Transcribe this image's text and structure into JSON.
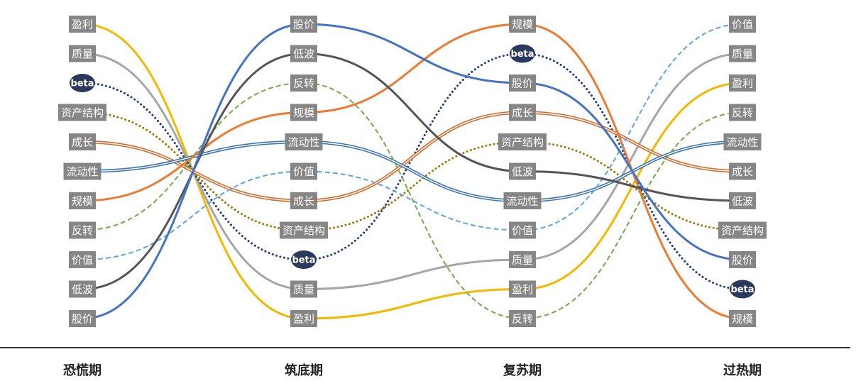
{
  "chart_data": {
    "type": "bump",
    "title": "",
    "categories": [
      "恐慌期",
      "筑底期",
      "复苏期",
      "过热期"
    ],
    "rank_order": "1 = top",
    "series": [
      {
        "name": "盈利",
        "key": "profit",
        "color": "#f5b800",
        "style": "solid",
        "ranks": [
          1,
          11,
          10,
          3
        ]
      },
      {
        "name": "质量",
        "key": "quality",
        "color": "#a6a6a6",
        "style": "solid",
        "ranks": [
          2,
          10,
          9,
          2
        ]
      },
      {
        "name": "beta",
        "key": "beta",
        "color": "#203c80",
        "style": "dotted",
        "ranks": [
          3,
          9,
          2,
          10
        ]
      },
      {
        "name": "资产结构",
        "key": "asset",
        "color": "#9a7a00",
        "style": "dotted",
        "ranks": [
          4,
          8,
          5,
          8
        ]
      },
      {
        "name": "成长",
        "key": "growth",
        "color": "#d46a2a",
        "style": "double",
        "ranks": [
          5,
          7,
          4,
          6
        ]
      },
      {
        "name": "流动性",
        "key": "liquidity",
        "color": "#3a73b5",
        "style": "double",
        "ranks": [
          6,
          5,
          7,
          5
        ]
      },
      {
        "name": "规模",
        "key": "size",
        "color": "#ee7a30",
        "style": "solid",
        "ranks": [
          7,
          4,
          1,
          11
        ]
      },
      {
        "name": "反转",
        "key": "reversal",
        "color": "#70ad47",
        "style": "dashed",
        "ranks": [
          8,
          3,
          11,
          4
        ]
      },
      {
        "name": "价值",
        "key": "value",
        "color": "#5aa4e0",
        "style": "dashed",
        "ranks": [
          9,
          6,
          8,
          1
        ]
      },
      {
        "name": "低波",
        "key": "lowvol",
        "color": "#555555",
        "style": "solid",
        "ranks": [
          10,
          2,
          6,
          7
        ]
      },
      {
        "name": "股价",
        "key": "price",
        "color": "#4472c4",
        "style": "solid",
        "ranks": [
          11,
          1,
          3,
          9
        ]
      }
    ]
  }
}
